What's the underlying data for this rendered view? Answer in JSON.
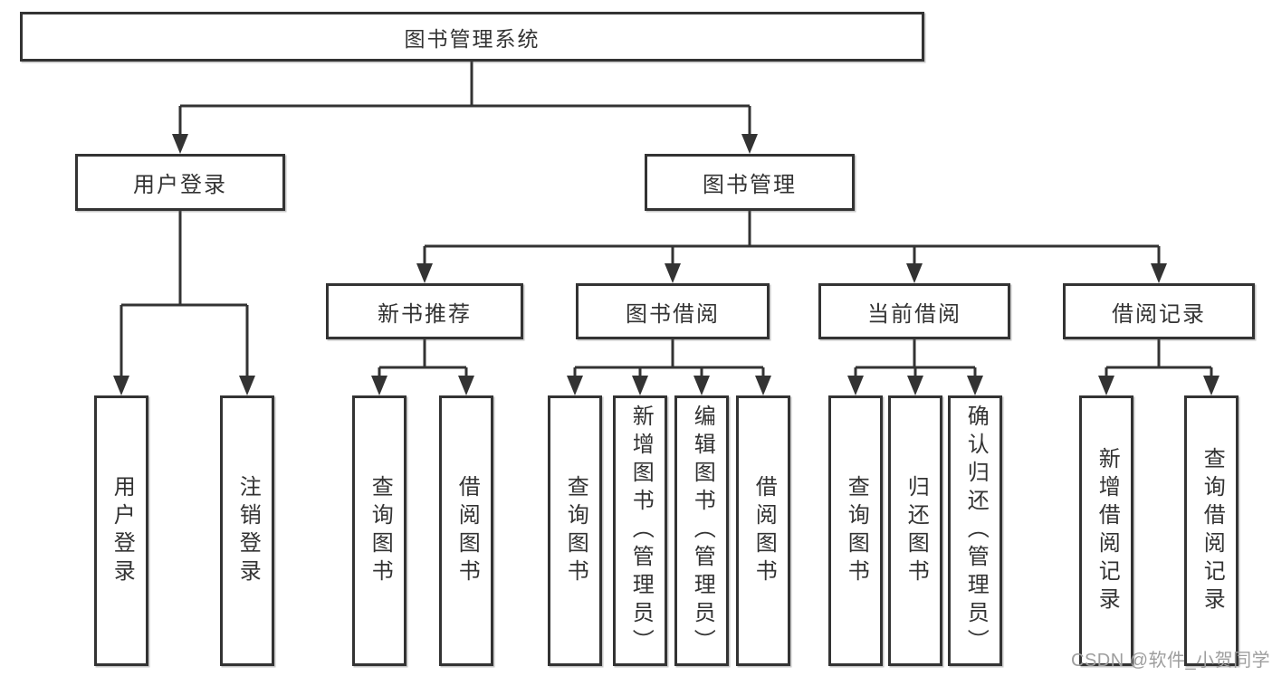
{
  "diagram_title": "图书管理系统",
  "tree": {
    "label": "图书管理系统",
    "children": [
      {
        "label": "用户登录",
        "children": [
          {
            "label": "用户登录"
          },
          {
            "label": "注销登录"
          }
        ]
      },
      {
        "label": "图书管理",
        "children": [
          {
            "label": "新书推荐",
            "children": [
              {
                "label": "查询图书"
              },
              {
                "label": "借阅图书"
              }
            ]
          },
          {
            "label": "图书借阅",
            "children": [
              {
                "label": "查询图书"
              },
              {
                "label": "新增图书（管理员）"
              },
              {
                "label": "编辑图书（管理员）"
              },
              {
                "label": "借阅图书"
              }
            ]
          },
          {
            "label": "当前借阅",
            "children": [
              {
                "label": "查询图书"
              },
              {
                "label": "归还图书"
              },
              {
                "label": "确认归还（管理员）"
              }
            ]
          },
          {
            "label": "借阅记录",
            "children": [
              {
                "label": "新增借阅记录"
              },
              {
                "label": "查询借阅记录"
              }
            ]
          }
        ]
      }
    ]
  },
  "watermark": "CSDN @软件_小贺同学",
  "colors": {
    "line": "#333333",
    "text": "#333333",
    "watermark": "#9e9e9e",
    "background": "#ffffff"
  }
}
